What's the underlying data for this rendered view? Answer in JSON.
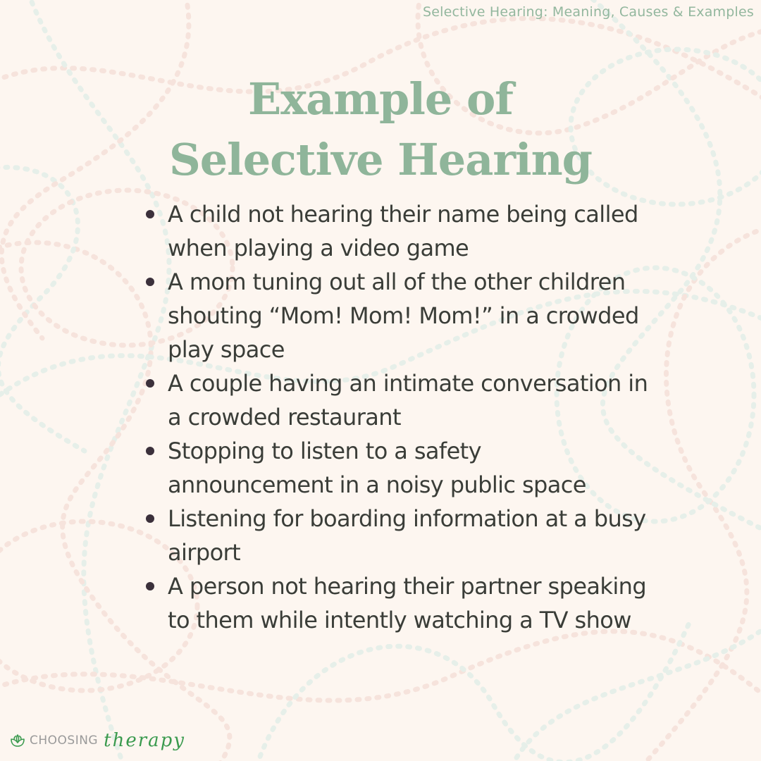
{
  "header": {
    "caption": "Selective Hearing: Meaning, Causes & Examples"
  },
  "title": {
    "line1": "Example of",
    "line2": "Selective Hearing"
  },
  "examples": [
    "A child not hearing their name being called when playing a video game",
    "A mom tuning out all of the other children shouting “Mom! Mom! Mom!” in a crowded play space",
    "A couple having an intimate conversation in a crowded restaurant",
    "Stopping to listen to a safety announcement in a noisy public space",
    "Listening for boarding information at a busy airport",
    "A person not hearing their partner speaking to them while intently watching a TV show"
  ],
  "brand": {
    "icon": "lotus-icon",
    "word": "CHOOSING",
    "script": "therapy"
  },
  "colors": {
    "background": "#fdf6f0",
    "title": "#8fb59a",
    "caption": "#93b79e",
    "body_text": "#3a3d38",
    "brand_green": "#3a9a4e",
    "pattern_pink": "#f6e3dc",
    "pattern_mint": "#e6efe9"
  }
}
